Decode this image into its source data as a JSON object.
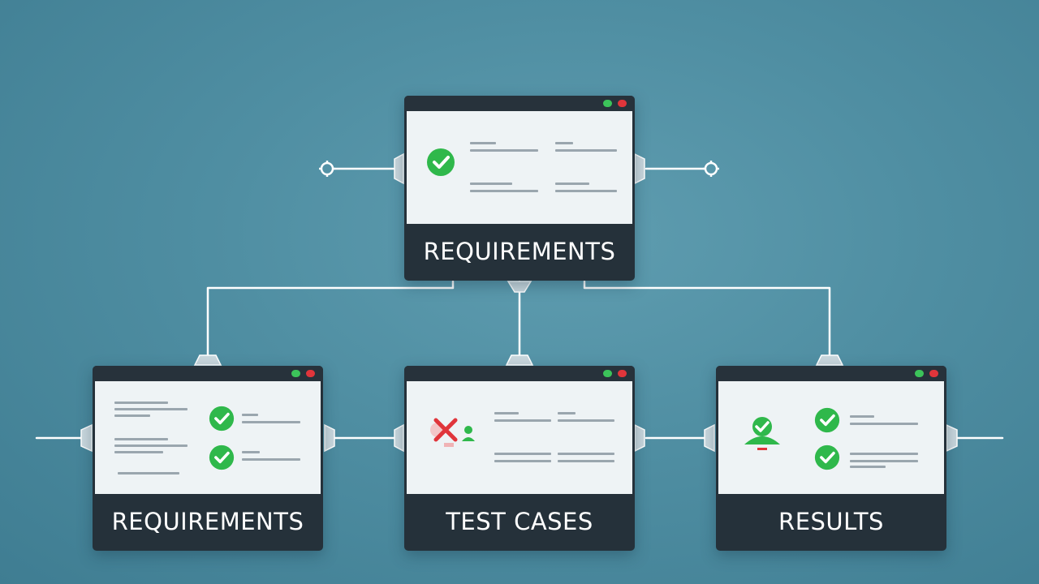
{
  "colors": {
    "background": "#4f8ea2",
    "window_frame": "#25313a",
    "content_bg": "#eef3f5",
    "connector": "#ffffff",
    "check_green": "#2fb84b",
    "error_red": "#e0353b"
  },
  "windows": {
    "top": {
      "label": "REQUIREMENTS"
    },
    "left": {
      "label": "REQUIREMENTS"
    },
    "center": {
      "label": "TEST CASES"
    },
    "right": {
      "label": "RESULTS"
    }
  },
  "icons": {
    "window_controls": [
      "green-dot-icon",
      "red-dot-icon"
    ],
    "status_ok": "check-circle-icon",
    "status_fail": "x-mark-icon",
    "user_ok": "user-check-icon",
    "connector_end": "gear-node-icon"
  }
}
